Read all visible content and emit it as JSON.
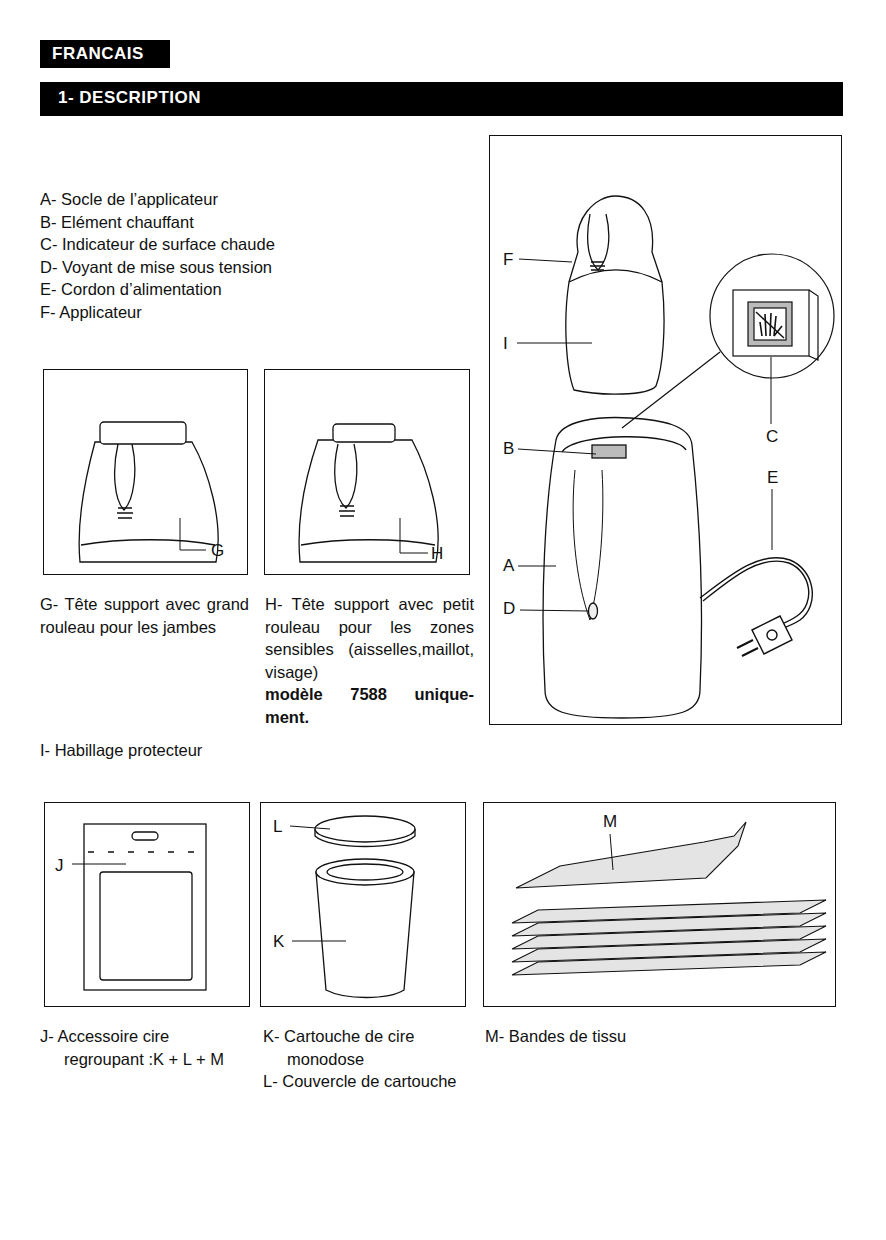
{
  "diagram": {
    "title": "1- DESCRIPTION",
    "nodes": [
      {
        "text": [
          "G"
        ]
      },
      {
        "text": [
          "H"
        ]
      },
      {
        "text": [
          "F",
          "I",
          "B",
          "C",
          "E",
          "A",
          "D"
        ]
      },
      {
        "text": [
          "J"
        ]
      },
      {
        "text": [
          "L",
          "K"
        ]
      },
      {
        "text": [
          "M"
        ]
      }
    ],
    "labels": [
      "FRANCAIS",
      "A- Socle de l’applicateur",
      "B- Elément chauffant",
      "C- Indicateur de surface chaude",
      "D- Voyant de mise sous tension",
      "E- Cordon d’alimentation",
      "F- Applicateur",
      "G- Tête support avec grand rouleau pour les jambes",
      "H- Tête support avec petit rouleau pour les zones sensibles (aisselles,maillot, visage)",
      "modèle 7588 unique- ment.",
      "I- Habillage protecteur",
      "J- Accessoire cire regroupant :K + L + M",
      "K- Cartouche de cire monodose",
      "L- Couvercle de cartouche",
      "M- Bandes de tissu"
    ]
  }
}
